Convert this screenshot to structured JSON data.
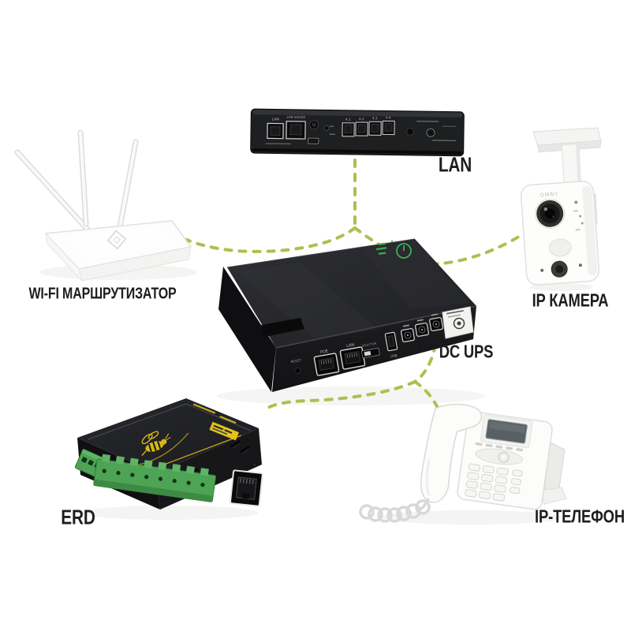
{
  "canvas": {
    "background": "#ffffff"
  },
  "connections": {
    "color": "#a8c24f",
    "style": "dashed",
    "hub": "DC UPS",
    "links": [
      "LAN",
      "WI-FI МАРШРУТИЗАТОР",
      "IP КАМЕРА",
      "ERD",
      "IP-ТЕЛЕФОН"
    ]
  },
  "labels": {
    "router": "WI-FI МАРШРУТИЗАТОР",
    "switch": "LAN",
    "camera": "IP КАМЕРА",
    "ups": "DC UPS",
    "erd": "ERD",
    "phone": "IP-ТЕЛЕФОН"
  },
  "device_text": {
    "switch": {
      "lan": "LAN",
      "lan_10_100": "LAN 10/100",
      "port1": "4.1",
      "port2": "4.2",
      "port3": "4.3",
      "port4": "4.4"
    },
    "ups": {
      "reset": "RESET",
      "poe": "POE",
      "lan": "LAN",
      "selector": "SELECTOR",
      "usb": "USB"
    },
    "camera": {
      "brand": "OMNY"
    }
  }
}
